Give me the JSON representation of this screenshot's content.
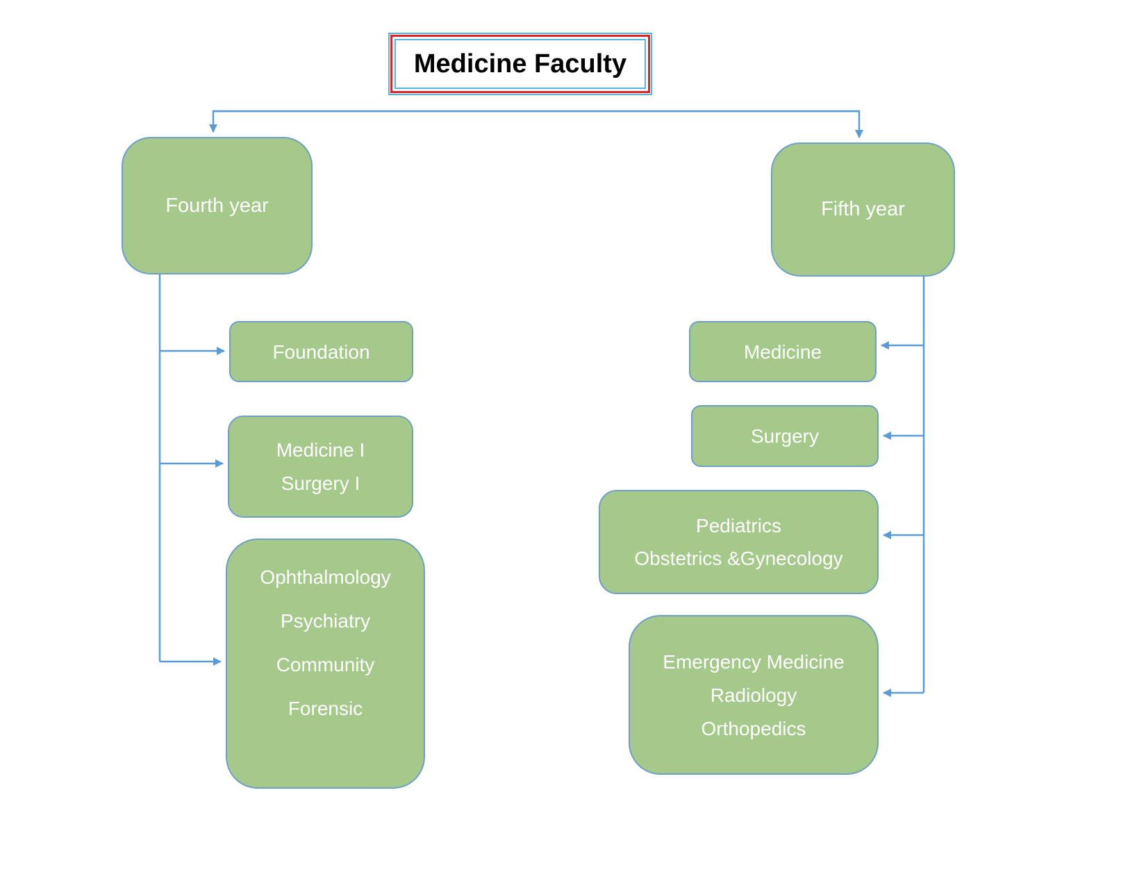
{
  "title": "Medicine Faculty",
  "colors": {
    "node_fill_green": "#a5c98a",
    "node_border_blue": "#6f9fc6",
    "connector_blue": "#5B9BD5",
    "title_border_red": "#e02424",
    "title_border_blue": "#4db6e2",
    "node_text": "#ffffff",
    "title_text": "#000000"
  },
  "left_branch": {
    "label": "Fourth year",
    "children": [
      {
        "lines": [
          "Foundation"
        ]
      },
      {
        "lines": [
          "Medicine I",
          "Surgery I"
        ]
      },
      {
        "lines": [
          "Ophthalmology",
          "Psychiatry",
          "Community",
          "Forensic"
        ]
      }
    ]
  },
  "right_branch": {
    "label": "Fifth year",
    "children": [
      {
        "lines": [
          "Medicine"
        ]
      },
      {
        "lines": [
          "Surgery"
        ]
      },
      {
        "lines": [
          "Pediatrics",
          "Obstetrics &Gynecology"
        ]
      },
      {
        "lines": [
          "Emergency Medicine",
          "Radiology",
          "Orthopedics"
        ]
      }
    ]
  }
}
